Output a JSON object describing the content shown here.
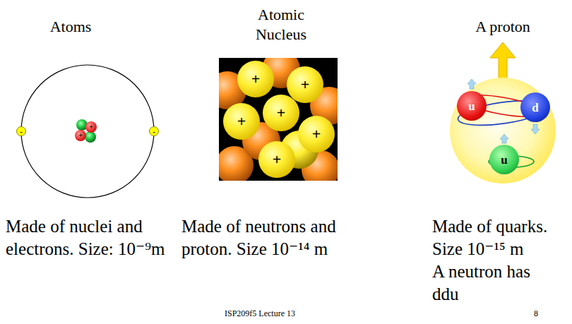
{
  "diagram": {
    "nodes": [
      {
        "text": [
          "-"
        ]
      },
      {
        "text": [
          "-"
        ]
      },
      {
        "text": [
          "+"
        ]
      },
      {
        "text": [
          "+"
        ]
      },
      {
        "text": [
          "+"
        ]
      },
      {
        "text": [
          "+"
        ]
      },
      {
        "text": [
          "+"
        ]
      },
      {
        "text": [
          "+"
        ]
      },
      {
        "text": [
          "+"
        ]
      },
      {
        "text": [
          "+"
        ]
      },
      {
        "text": [
          "u"
        ]
      },
      {
        "text": [
          "d"
        ]
      },
      {
        "text": [
          "u"
        ]
      }
    ],
    "labels": [
      "Atoms",
      "Atomic Nucleus",
      "A proton",
      "Made of nuclei and electrons. Size: 10⁻⁹m",
      "Made of neutrons and proton. Size 10⁻¹⁴ m",
      "Made of quarks.",
      "Size 10⁻¹⁵ m",
      "A neutron has ddu",
      "ISP209f5 Lecture 13",
      "8"
    ]
  }
}
